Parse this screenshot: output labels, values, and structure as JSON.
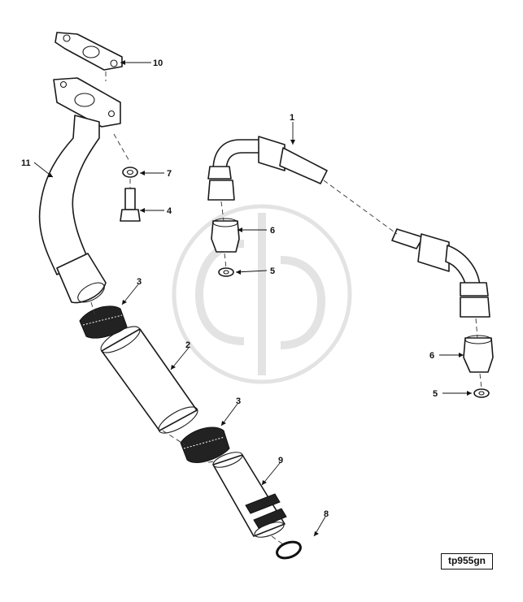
{
  "callouts": {
    "c1": "1",
    "c2": "2",
    "c3a": "3",
    "c3b": "3",
    "c4": "4",
    "c5a": "5",
    "c5b": "5",
    "c6a": "6",
    "c6b": "6",
    "c7": "7",
    "c8": "8",
    "c9": "9",
    "c10": "10",
    "c11": "11"
  },
  "reference_code": "tp955gn",
  "watermark_logo": "CP"
}
